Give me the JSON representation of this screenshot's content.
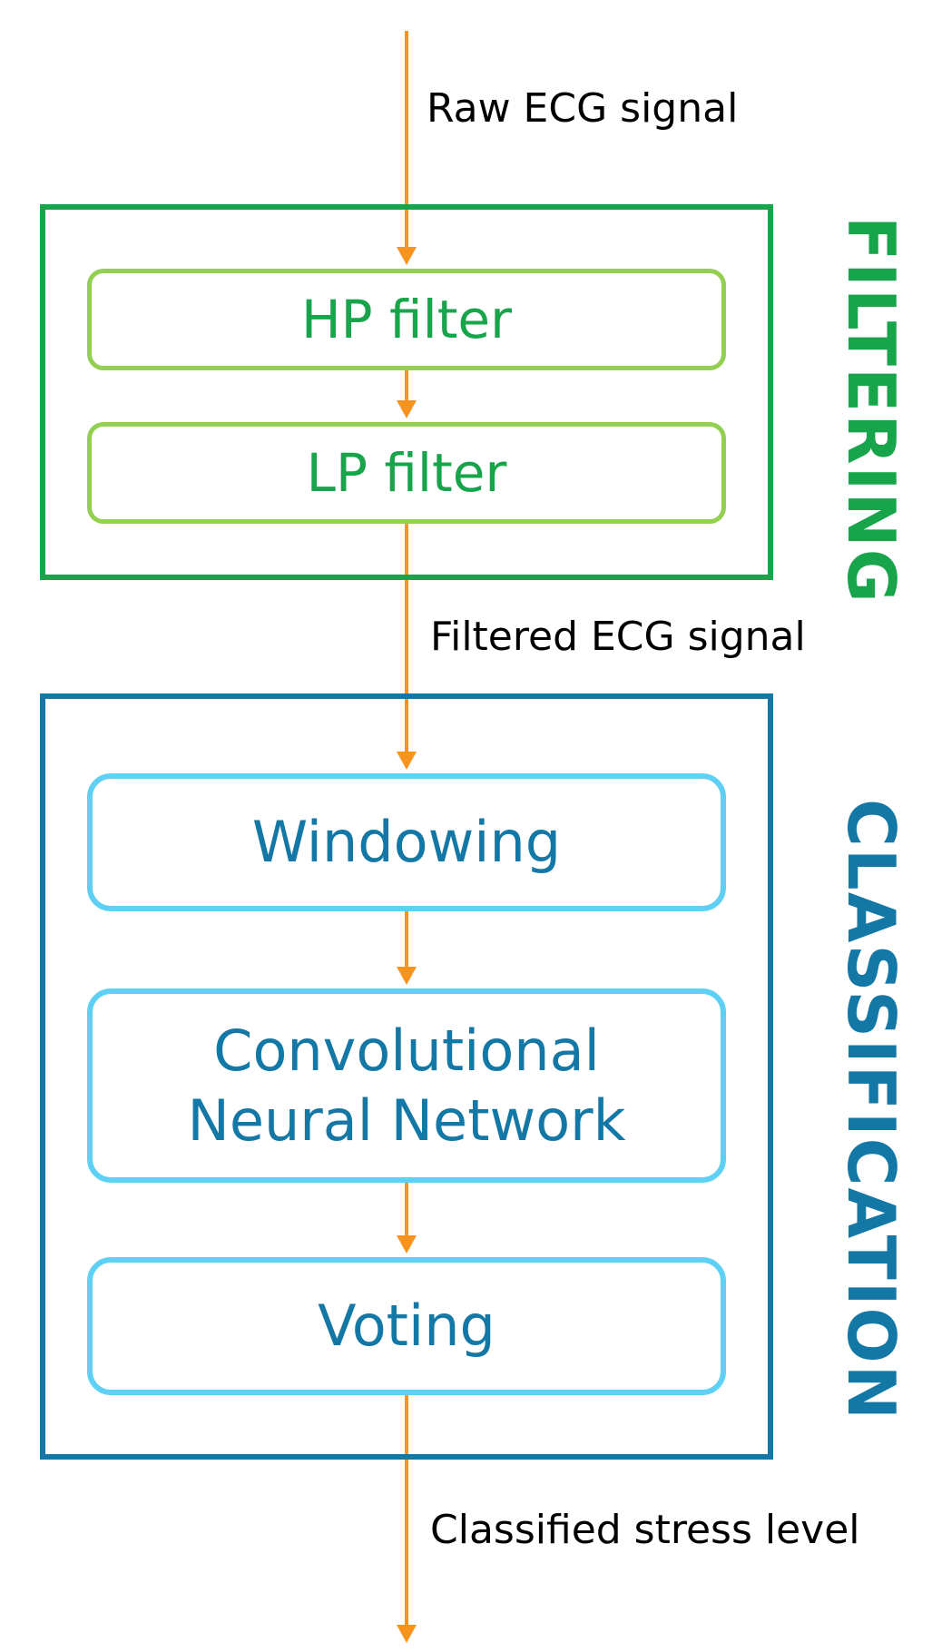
{
  "signals": {
    "raw": "Raw ECG signal",
    "filtered": "Filtered ECG signal",
    "classified": "Classified stress level"
  },
  "groups": {
    "filtering": {
      "title": "FILTERING",
      "stages": [
        "HP filter",
        "LP filter"
      ]
    },
    "classification": {
      "title": "CLASSIFICATION",
      "stages": [
        "Windowing",
        "Convolutional",
        "Neural Network",
        "Voting"
      ]
    }
  },
  "colors": {
    "arrow": "#f7941d",
    "filtering_border": "#17a44b",
    "filtering_stage_border": "#92d050",
    "filtering_text": "#17a44b",
    "classification_border": "#1378a6",
    "classification_stage_border": "#5ed0f5",
    "classification_text": "#1378a6"
  }
}
